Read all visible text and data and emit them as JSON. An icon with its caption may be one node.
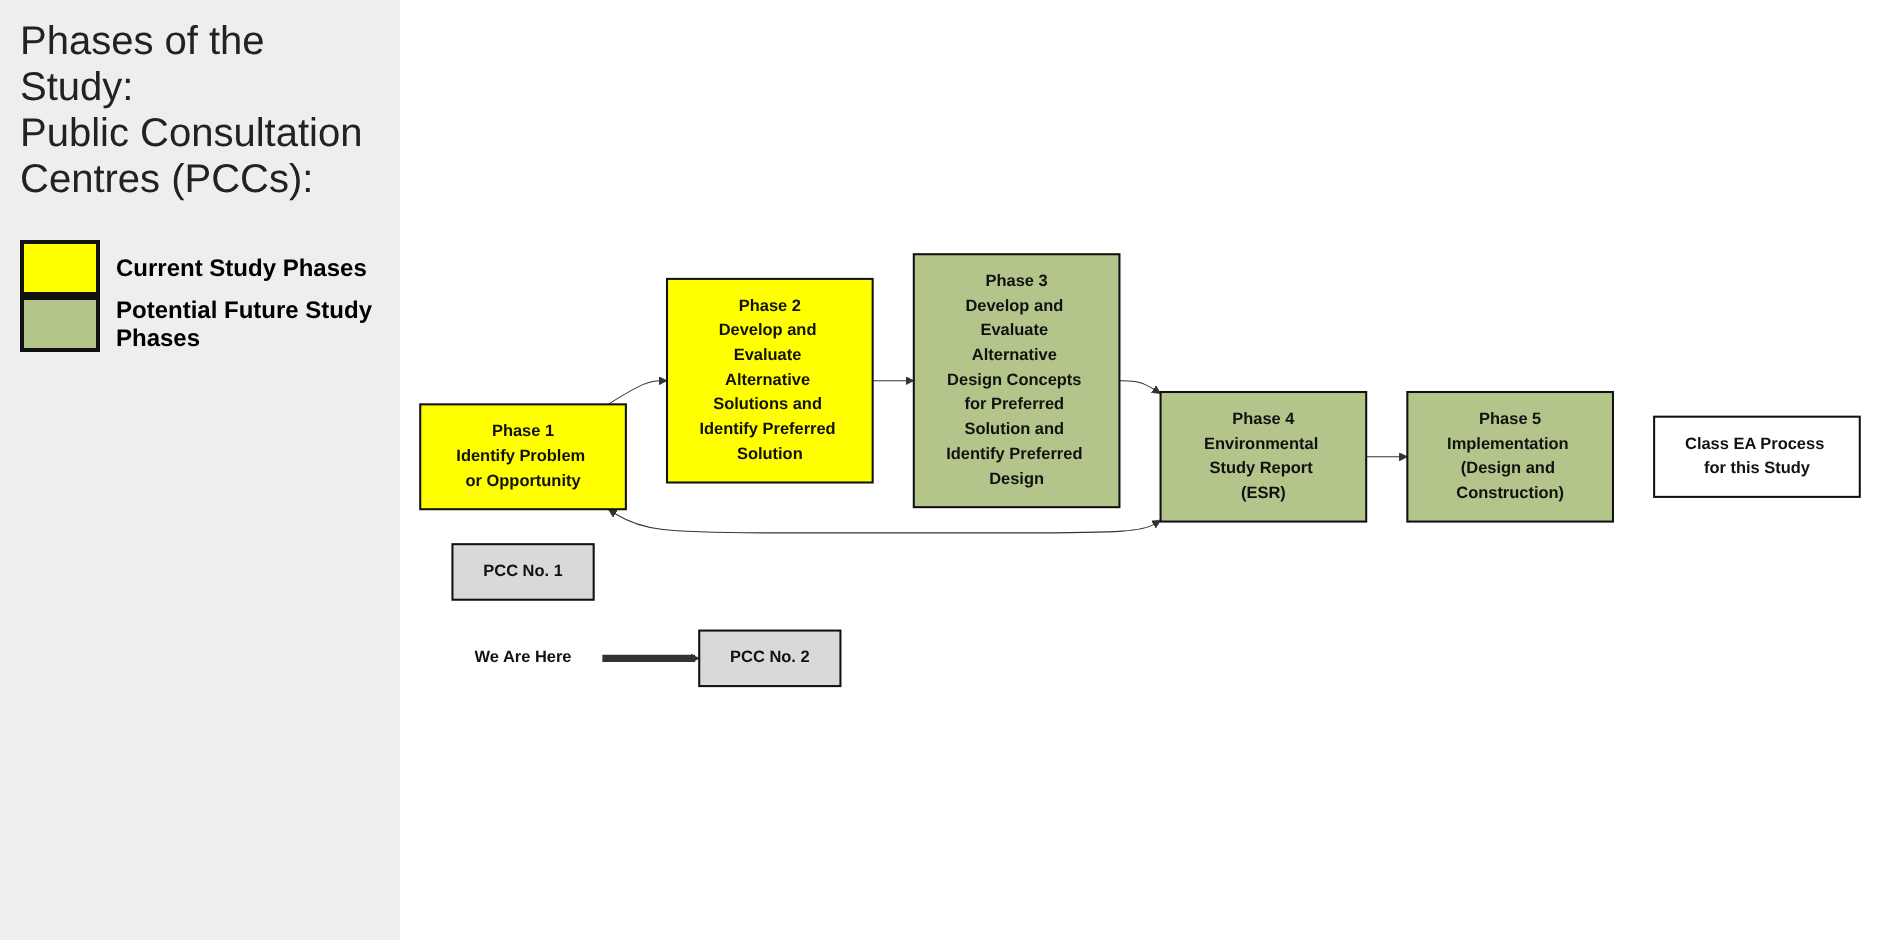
{
  "diagram": {
    "nodes": [
      {
        "text": [
          "Phase 1",
          "Identify Problem or Opportunity"
        ]
      },
      {
        "text": [
          "Phase 2",
          "Develop and Evaluate Alternative Solutions and Identify Preferred Solution"
        ]
      },
      {
        "text": [
          "Phase 3",
          "Develop and Evaluate Alternative Design Concepts for Preferred Solution and Identify Preferred Design"
        ]
      },
      {
        "text": [
          "Phase 4",
          "Environmental Study Report (ESR)"
        ]
      },
      {
        "text": [
          "Phase 5",
          "Implementation (Design and Construction)"
        ]
      },
      {
        "text": [
          "Class EA Process for this Study"
        ]
      },
      {
        "text": [
          "PCC No. 1"
        ]
      },
      {
        "text": [
          "PCC No. 2"
        ]
      },
      {
        "text": [
          "We Are Here"
        ]
      }
    ],
    "edges": [
      {
        "from": 0,
        "to": 1,
        "arrow": "to"
      },
      {
        "from": 1,
        "to": 2,
        "arrow": "to"
      },
      {
        "from": 2,
        "to": 3,
        "arrow": "to"
      },
      {
        "from": 3,
        "to": 4,
        "arrow": "to"
      },
      {
        "from": 0,
        "to": 3,
        "arrow": "both"
      },
      {
        "from": 8,
        "to": 7,
        "arrow": "to",
        "style": "thick"
      }
    ],
    "labels": [
      "Phases of the Study:",
      "Public Consultation Centres (PCCs):"
    ],
    "legend": [
      {
        "text": "Current Study Phases",
        "color": "#ffff00"
      },
      {
        "text": "Potential Future Study Phases",
        "color": "#b3c58a"
      }
    ]
  }
}
